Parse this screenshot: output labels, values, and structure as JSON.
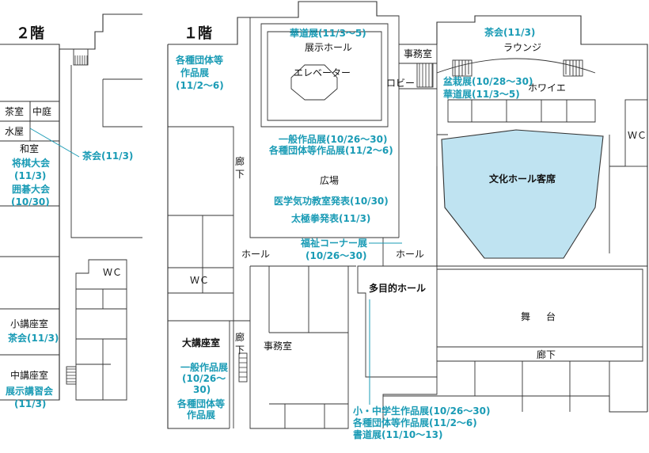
{
  "floors": {
    "second": "２階",
    "first": "１階"
  },
  "colors": {
    "event": "#1a9bb5",
    "seating": "#bfe3f1",
    "wall": "#333333"
  },
  "rooms2": {
    "chashitsu": "茶室",
    "nakaniwa": "中庭",
    "mizuya": "水屋",
    "washitsu": "和室",
    "wc": "ＷＣ",
    "shokouza": "小講座室",
    "chukouza": "中講座室"
  },
  "events2": {
    "shogi": "将棋大会",
    "shogi_date": "(11/3)",
    "igo": "囲碁大会",
    "igo_date": "(10/30)",
    "chakai_washitsu": "茶会(11/3)",
    "chakai_shokouza": "茶会(11/3)",
    "tenji_kosyu": "展示講習会",
    "tenji_kosyu_date": "(11/3)"
  },
  "rooms1": {
    "tenji_hall": "展示ホール",
    "elevator": "エレベーター",
    "jimushitsu_top": "事務室",
    "lobby": "ロビー",
    "lounge": "ラウンジ",
    "foyer": "ホワイエ",
    "hiroba": "広場",
    "roka_a": "廊",
    "roka_b": "下",
    "hall_left": "ホール",
    "hall_right": "ホール",
    "wc_left": "ＷＣ",
    "wc_right": "ＷＣ",
    "daikouza": "大講座室",
    "jimushitsu": "事務室",
    "tamokuteki": "多目的ホール",
    "seats": "文化ホール客席",
    "butai_a": "舞",
    "butai_b": "台",
    "roka_bottom": "廊下"
  },
  "events1": {
    "kakushu_1": "各種団体等",
    "kakushu_2": "作品展",
    "kakushu_3": "(11/2〜6)",
    "kado_top": "華道展(11/3〜5)",
    "chakai_lounge": "茶会(11/3)",
    "bonsai": "盆栽展(10/28〜30)",
    "kado_foyer": "華道展(11/3〜5)",
    "ippan_plaza": "一般作品展(10/26〜30)",
    "kakushu_plaza": "各種団体等作品展(11/2〜6)",
    "igaku": "医学気功教室発表(10/30)",
    "taikyoku": "太極拳発表(11/3)",
    "fukushi": "福祉コーナー展",
    "fukushi_date": "(10/26〜30)",
    "ippan_dk_1": "一般作品展",
    "ippan_dk_2": "(10/26〜",
    "ippan_dk_3": "30)",
    "kakushu_dk_1": "各種団体等",
    "kakushu_dk_2": "作品展",
    "shochu": "小・中学生作品展(10/26〜30)",
    "kakushu_tm": "各種団体等作品展(11/2〜6)",
    "shodo": "書道展(11/10〜13)"
  }
}
